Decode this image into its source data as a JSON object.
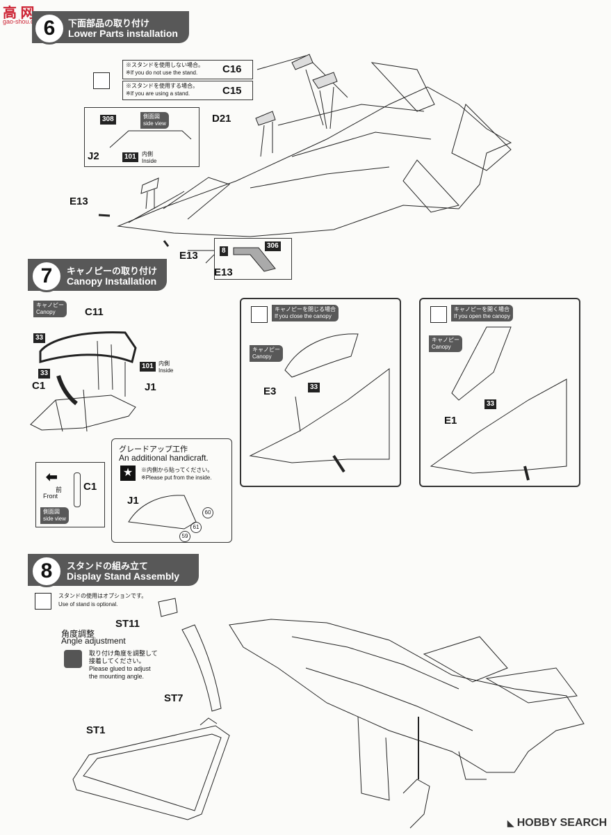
{
  "watermark_top": "高 网",
  "watermark_url": "gao-shou.com",
  "step6": {
    "number": "6",
    "title_jp": "下面部品の取り付け",
    "title_en": "Lower Parts installation",
    "note1_jp": "※スタンドを使用しない場合。",
    "note1_en": "※If you do not use the stand.",
    "note2_jp": "※スタンドを使用する場合。",
    "note2_en": "※If you are using a stand.",
    "part_c16": "C16",
    "part_c15": "C15",
    "part_d21": "D21",
    "part_j2": "J2",
    "part_e13a": "E13",
    "part_e13b": "E13",
    "part_e13c": "E13",
    "paint_308": "308",
    "paint_101": "101",
    "inside_jp": "内側",
    "inside_en": "Inside",
    "side_view_jp": "側面図",
    "side_view_en": "side view",
    "paint_8": "8",
    "paint_306": "306"
  },
  "step7": {
    "number": "7",
    "title_jp": "キャノピーの取り付け",
    "title_en": "Canopy Installation",
    "canopy_jp": "キャノピー",
    "canopy_en": "Canopy",
    "part_c11": "C11",
    "part_c1": "C1",
    "part_j1": "J1",
    "paint_33a": "33",
    "paint_33b": "33",
    "paint_101": "101",
    "inside_jp": "内側",
    "inside_en": "Inside",
    "close_jp": "キャノピーを閉じる場合",
    "close_en": "If you close the canopy",
    "open_jp": "キャノピーを開く場合",
    "open_en": "If you open the canopy",
    "close_canopy_jp": "キャノピー",
    "close_canopy_en": "Canopy",
    "open_canopy_jp": "キャノピー",
    "open_canopy_en": "Canopy",
    "part_e3": "E3",
    "paint_33c": "33",
    "part_e1": "E1",
    "paint_33d": "33",
    "handicraft_jp": "グレードアップ工作",
    "handicraft_en": "An additional handicraft.",
    "put_inside_jp": "※内側から貼ってください。",
    "put_inside_en": "※Please put from the inside.",
    "hc_j1": "J1",
    "hc_60": "60",
    "hc_61": "61",
    "hc_59": "59",
    "front_jp": "前",
    "front_en": "Front",
    "sv_c1": "C1",
    "sv_jp": "側面図",
    "sv_en": "side view"
  },
  "step8": {
    "number": "8",
    "title_jp": "スタンドの組み立て",
    "title_en": "Display Stand Assembly",
    "optional_jp": "スタンドの使用はオプションです。",
    "optional_en": "Use of stand is optional.",
    "part_st11": "ST11",
    "angle_jp": "角度調整",
    "angle_en": "Angle adjustment",
    "glue_jp_1": "取り付け角度を調整して",
    "glue_jp_2": "接着してください。",
    "glue_en_1": "Please glued to adjust",
    "glue_en_2": "the mounting angle.",
    "part_st7": "ST7",
    "part_st1": "ST1"
  },
  "footer_logo": "HOBBY SEARCH"
}
